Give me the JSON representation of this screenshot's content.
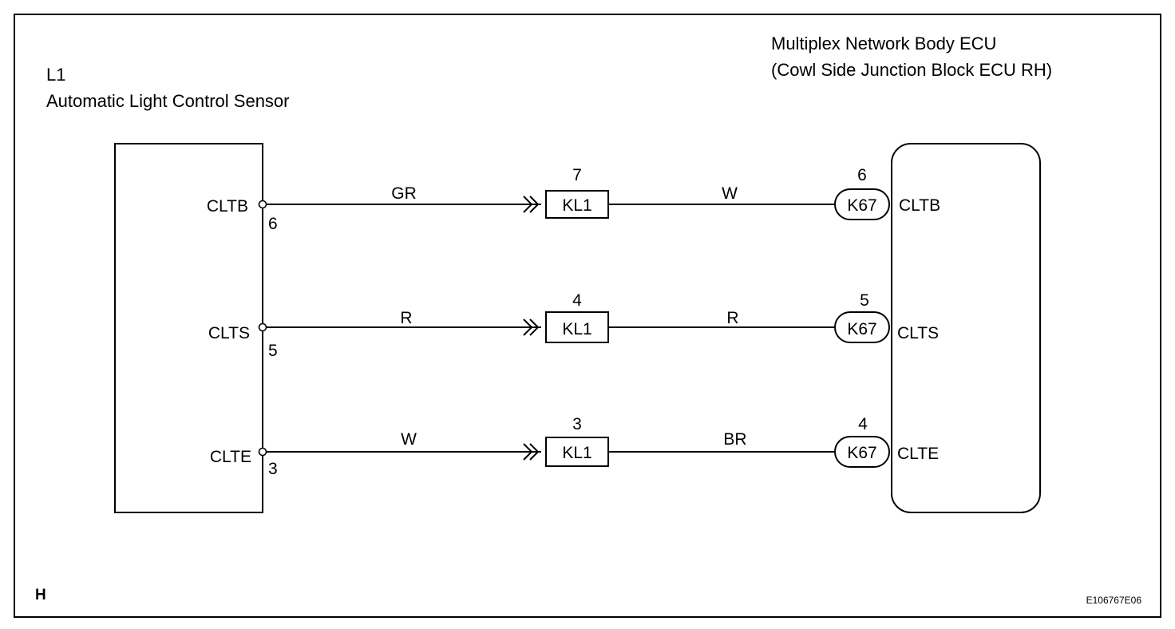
{
  "left_component": {
    "code": "L1",
    "name": "Automatic Light Control Sensor"
  },
  "right_component": {
    "name_line1": "Multiplex Network Body ECU",
    "name_line2": "(Cowl Side Junction Block ECU RH)"
  },
  "circuits": [
    {
      "left_label": "CLTB",
      "left_pin": "6",
      "wire1_color": "GR",
      "junction_connector": "KL1",
      "junction_pin": "7",
      "wire2_color": "W",
      "right_connector": "K67",
      "right_pin": "6",
      "right_label": "CLTB"
    },
    {
      "left_label": "CLTS",
      "left_pin": "5",
      "wire1_color": "R",
      "junction_connector": "KL1",
      "junction_pin": "4",
      "wire2_color": "R",
      "right_connector": "K67",
      "right_pin": "5",
      "right_label": "CLTS"
    },
    {
      "left_label": "CLTE",
      "left_pin": "3",
      "wire1_color": "W",
      "junction_connector": "KL1",
      "junction_pin": "3",
      "wire2_color": "BR",
      "right_connector": "K67",
      "right_pin": "4",
      "right_label": "CLTE"
    }
  ],
  "corner_label": "H",
  "figure_id": "E106767E06"
}
